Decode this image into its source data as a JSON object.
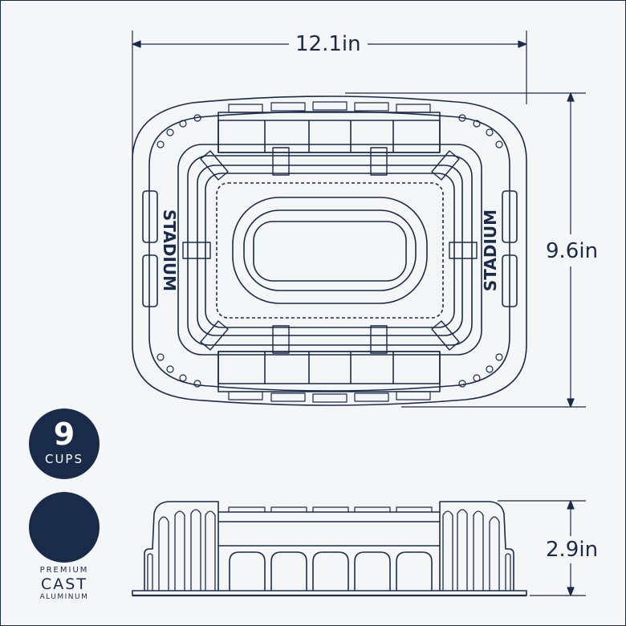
{
  "dimensions": {
    "width": "12.1in",
    "depth": "9.6in",
    "height": "2.9in"
  },
  "capacity": {
    "value": "9",
    "unit": "CUPS"
  },
  "material": {
    "line1": "PREMIUM",
    "line2": "CAST",
    "line3": "ALUMINUM"
  },
  "pan_embossing": {
    "left": "STADIUM",
    "right": "STADIUM"
  },
  "colors": {
    "ink": "#1a2b4a",
    "background": "#f4f6f7"
  }
}
